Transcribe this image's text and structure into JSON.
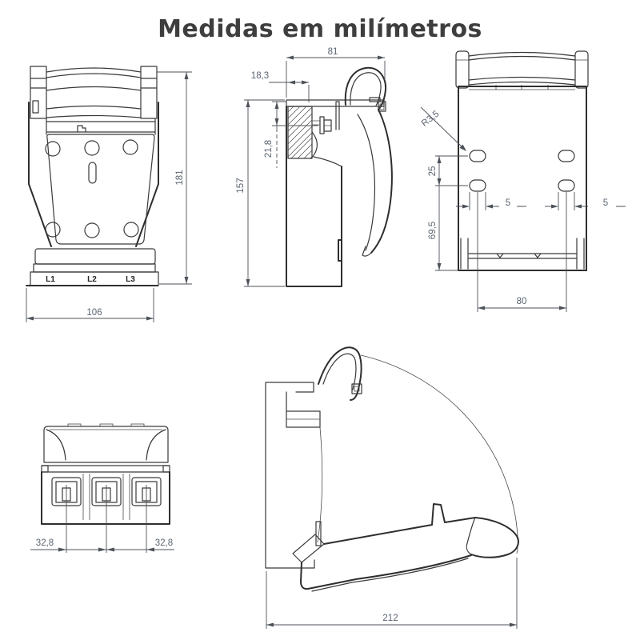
{
  "title": "Medidas em milímetros",
  "colors": {
    "background": "#ffffff",
    "drawing_line": "#3a3a3a",
    "dimension_text": "#5a6370",
    "title_text": "#3e3e3e"
  },
  "views": {
    "front": {
      "dims": {
        "height": "181",
        "width": "106"
      },
      "labels": {
        "l1": "L1",
        "l2": "L2",
        "l3": "L3"
      }
    },
    "side_closed": {
      "dims": {
        "depth": "81",
        "offset_top": "18,3",
        "offset_inner": "21,8",
        "height": "157"
      }
    },
    "rear": {
      "dims": {
        "slot_radius": "R3,5",
        "row_spacing": "25",
        "slot_left": "5",
        "slot_right": "5",
        "lower_height": "69,5",
        "hole_spacing": "80"
      }
    },
    "bottom": {
      "dims": {
        "pitch_left": "32,8",
        "pitch_right": "32,8"
      }
    },
    "side_open": {
      "dims": {
        "total_depth": "212"
      }
    }
  }
}
